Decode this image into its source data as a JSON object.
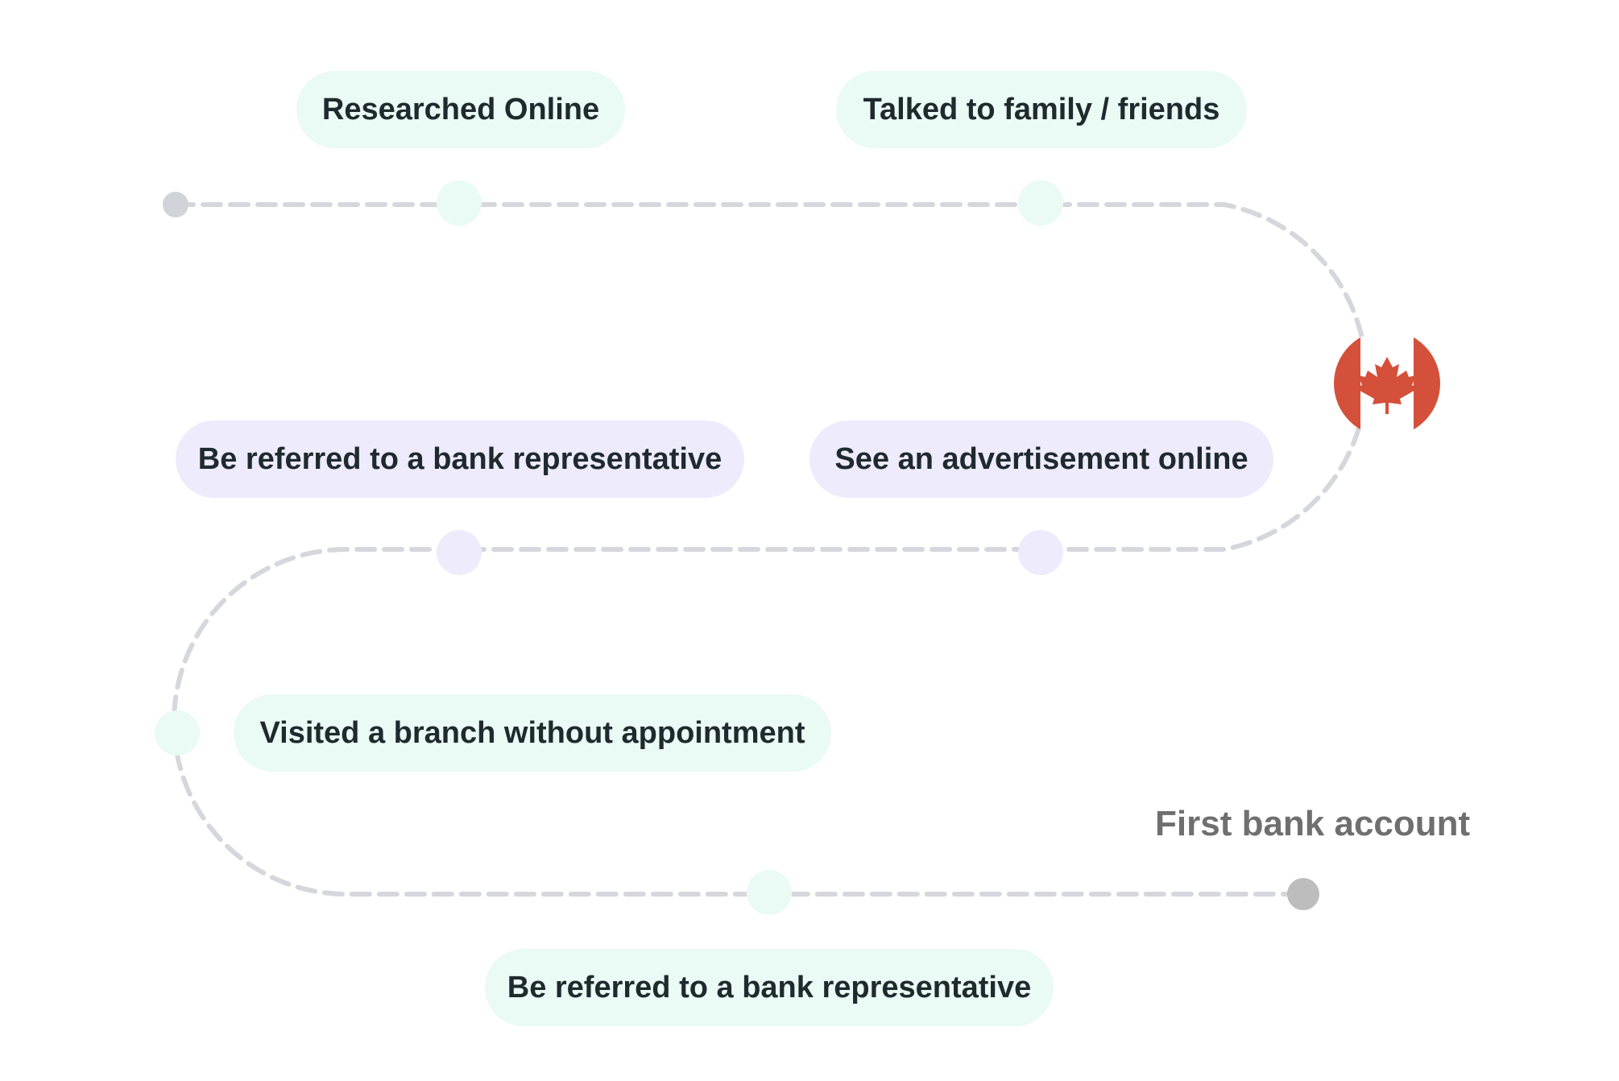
{
  "colors": {
    "path": "#d6d7dc",
    "mint": "#eafaf4",
    "lavender": "#eeebfd",
    "start_dot": "#d2d3d8",
    "end_dot": "#bdbdbd",
    "flag_red": "#d4503a",
    "text": "#1f2a2e",
    "muted_text": "#6f6f6f"
  },
  "steps": [
    {
      "label": "Researched Online",
      "tone": "mint"
    },
    {
      "label": "Talked to family / friends",
      "tone": "mint"
    },
    {
      "label": "Be referred to a bank representative",
      "tone": "lavender"
    },
    {
      "label": "See an advertisement online",
      "tone": "lavender"
    },
    {
      "label": "Visited a branch without appointment",
      "tone": "mint"
    },
    {
      "label": "Be referred to a bank representative",
      "tone": "mint"
    }
  ],
  "flag_icon": "canada-flag-icon",
  "end_label": "First bank account"
}
